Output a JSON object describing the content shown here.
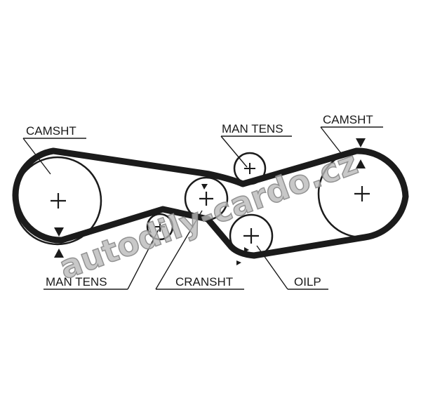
{
  "labels": {
    "camshaft_left": "CAMSHT",
    "man_tens_top": "MAN TENS",
    "camshaft_right": "CAMSHT",
    "man_tens_bottom": "MAN TENS",
    "crankshaft": "CRANSHT",
    "oil_pump": "OILP"
  },
  "watermark": "autodily-cardo.cz",
  "colors": {
    "belt": "#1b1b1b",
    "pulley": "#1b1b1b",
    "text": "#1a1a1a",
    "watermark_fill": "#b9b9b9",
    "watermark_stroke": "#8a8a8a"
  }
}
